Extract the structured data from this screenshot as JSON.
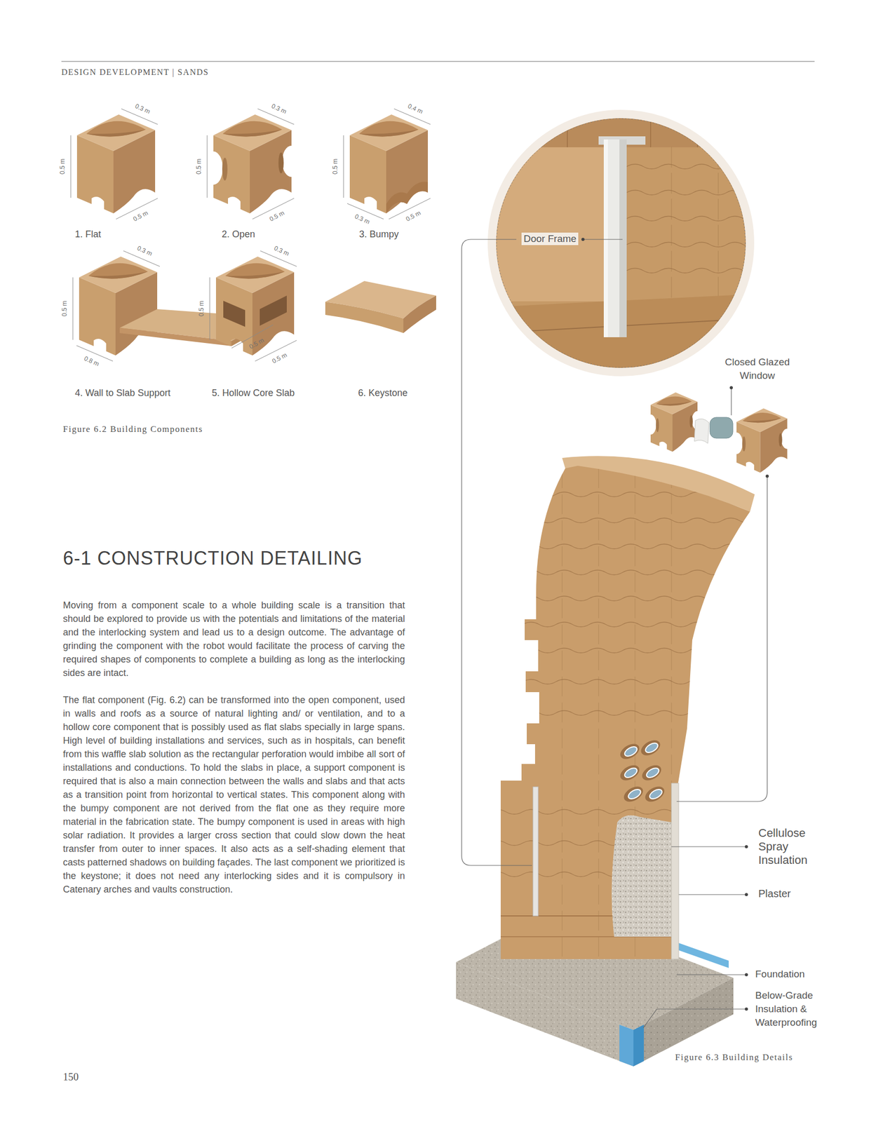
{
  "diagram": {
    "title": "6-1 CONSTRUCTION DETAILING",
    "labels": [
      "DESIGN DEVELOPMENT | SANDS",
      "0.3 m",
      "0.5 m",
      "0.5 m",
      "0.3 m",
      "0.5 m",
      "0.5 m",
      "0.4 m",
      "0.5 m",
      "0.3 m",
      "0.5 m",
      "1. Flat",
      "2. Open",
      "3. Bumpy",
      "0.3 m",
      "0.5 m",
      "0.5 m",
      "0.8 m",
      "0.3 m",
      "0.5 m",
      "0.5 m",
      "4. Wall to Slab Support",
      "5. Hollow Core Slab",
      "6. Keystone",
      "Figure 6.2 Building Components",
      "Moving from a component scale to a whole building scale is a transition that should be explored to provide us with the potentials and limitations of the material and the interlocking system and lead us to a design outcome. The advantage of grinding the component with the robot would facilitate the process of carving the required shapes of components to complete a building as long as the interlocking sides are intact.",
      "The flat component (Fig. 6.2) can be transformed into the open component, used in walls and roofs as a source of natural lighting and/ or ventilation, and to a hollow core component that is possibly used as flat slabs specially in large spans. High level of building installations and services, such as in hospitals, can benefit from this waffle slab solution as the rectangular perforation would imbibe all sort of installations and conductions. To hold the slabs in place, a support component is required that is also a main connection between the walls and slabs and that acts as a transition point from horizontal to vertical states. This component along with the bumpy component are not derived from the flat one as they require more material in the fabrication state. The bumpy component is used in areas with high solar radiation. It provides a larger cross section that could slow down the heat transfer from outer to inner spaces. It also acts as a self-shading element that casts patterned shadows on building façades. The last component we prioritized is the keystone; it does not need any interlocking sides and it is compulsory in Catenary arches and vaults construction.",
      "Door Frame",
      "Closed Glazed Window",
      "Cellulose Spray Insulation",
      "Plaster",
      "Foundation",
      "Below-Grade Insulation & Waterproofing",
      "Figure 6.3 Building Details",
      "150"
    ]
  }
}
